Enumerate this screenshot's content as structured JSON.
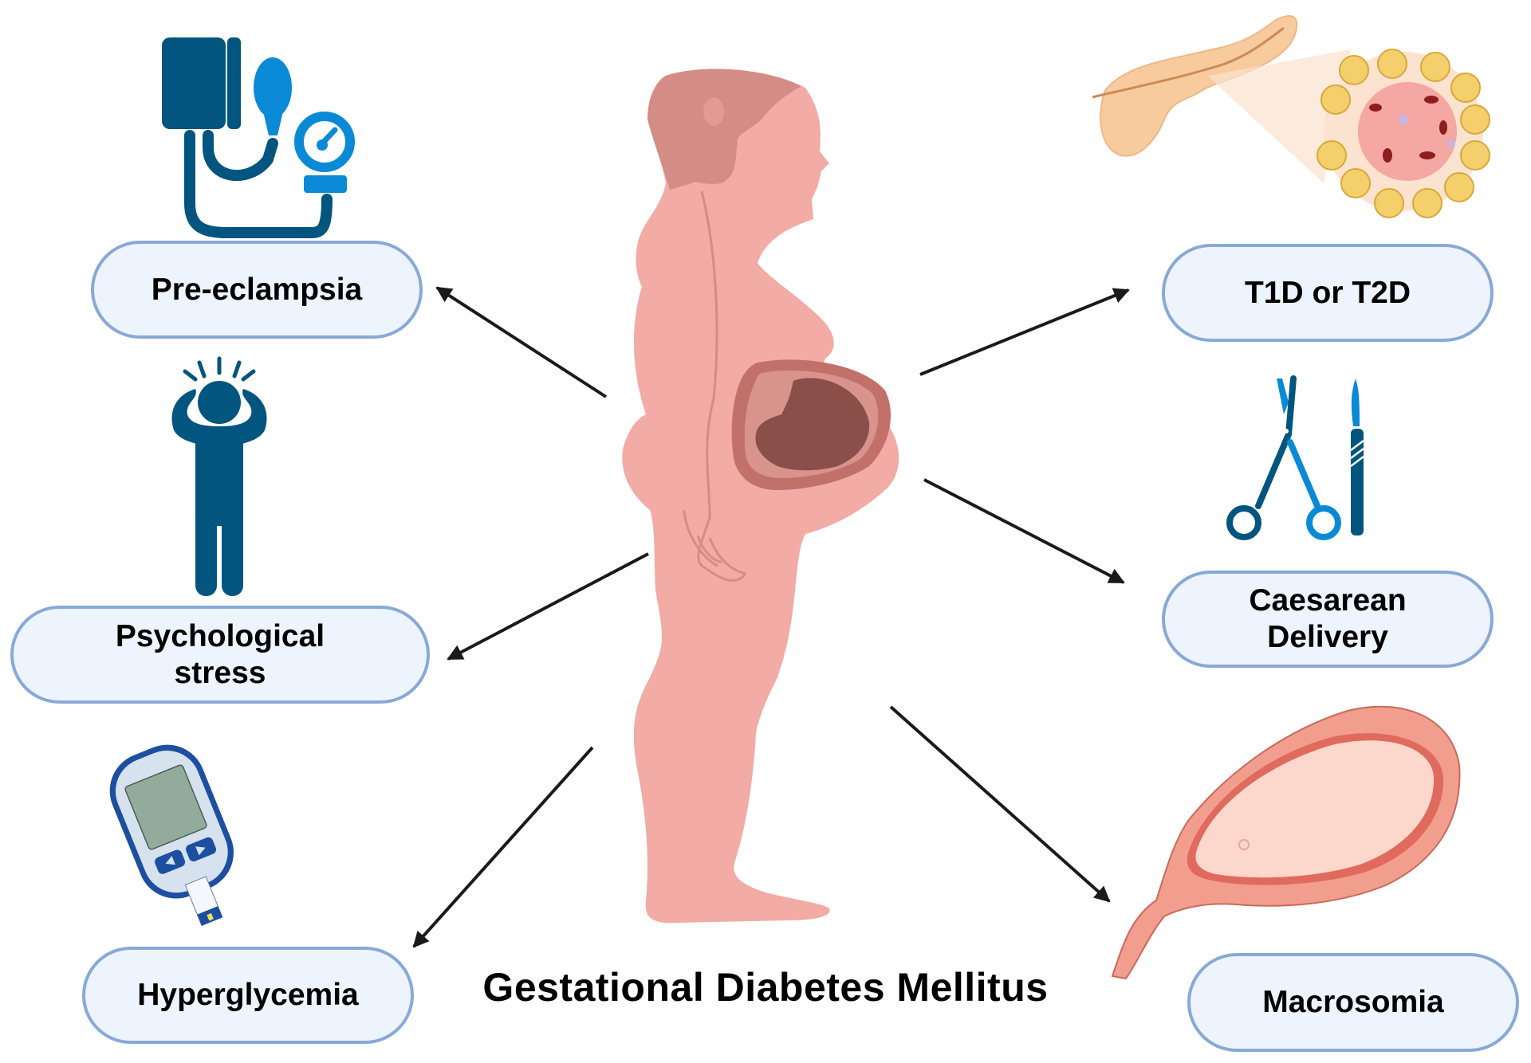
{
  "diagram": {
    "title": "Gestational Diabetes Mellitus",
    "center_figure": "pregnant-woman-side-profile",
    "colors": {
      "pill_fill": "#eef4fd",
      "pill_border": "#88a9d8",
      "icon_dark_blue": "#02557e",
      "icon_light_blue": "#0a8ad6",
      "skin": "#f2aba5",
      "hair": "#d48c86",
      "arrow": "#1a1a1a"
    },
    "left_outcomes": [
      {
        "id": "pre-eclampsia",
        "label": "Pre-eclampsia",
        "icon": "blood-pressure-monitor-icon"
      },
      {
        "id": "psychological-stress",
        "label_line1": "Psychological",
        "label_line2": "stress",
        "icon": "stressed-person-icon"
      },
      {
        "id": "hyperglycemia",
        "label": "Hyperglycemia",
        "icon": "glucose-meter-icon"
      }
    ],
    "right_outcomes": [
      {
        "id": "t1d-or-t2d",
        "label": "T1D or T2D",
        "icon": "pancreas-islet-icon"
      },
      {
        "id": "caesarean-delivery",
        "label_line1": "Caesarean",
        "label_line2": "Delivery",
        "icon": "scissors-scalpel-icon"
      },
      {
        "id": "macrosomia",
        "label": "Macrosomia",
        "icon": "fetus-in-uterus-icon"
      }
    ],
    "arrows": [
      {
        "from": "center",
        "to": "pre-eclampsia"
      },
      {
        "from": "center",
        "to": "psychological-stress"
      },
      {
        "from": "center",
        "to": "hyperglycemia"
      },
      {
        "from": "center",
        "to": "t1d-or-t2d"
      },
      {
        "from": "center",
        "to": "caesarean-delivery"
      },
      {
        "from": "center",
        "to": "macrosomia"
      }
    ]
  }
}
